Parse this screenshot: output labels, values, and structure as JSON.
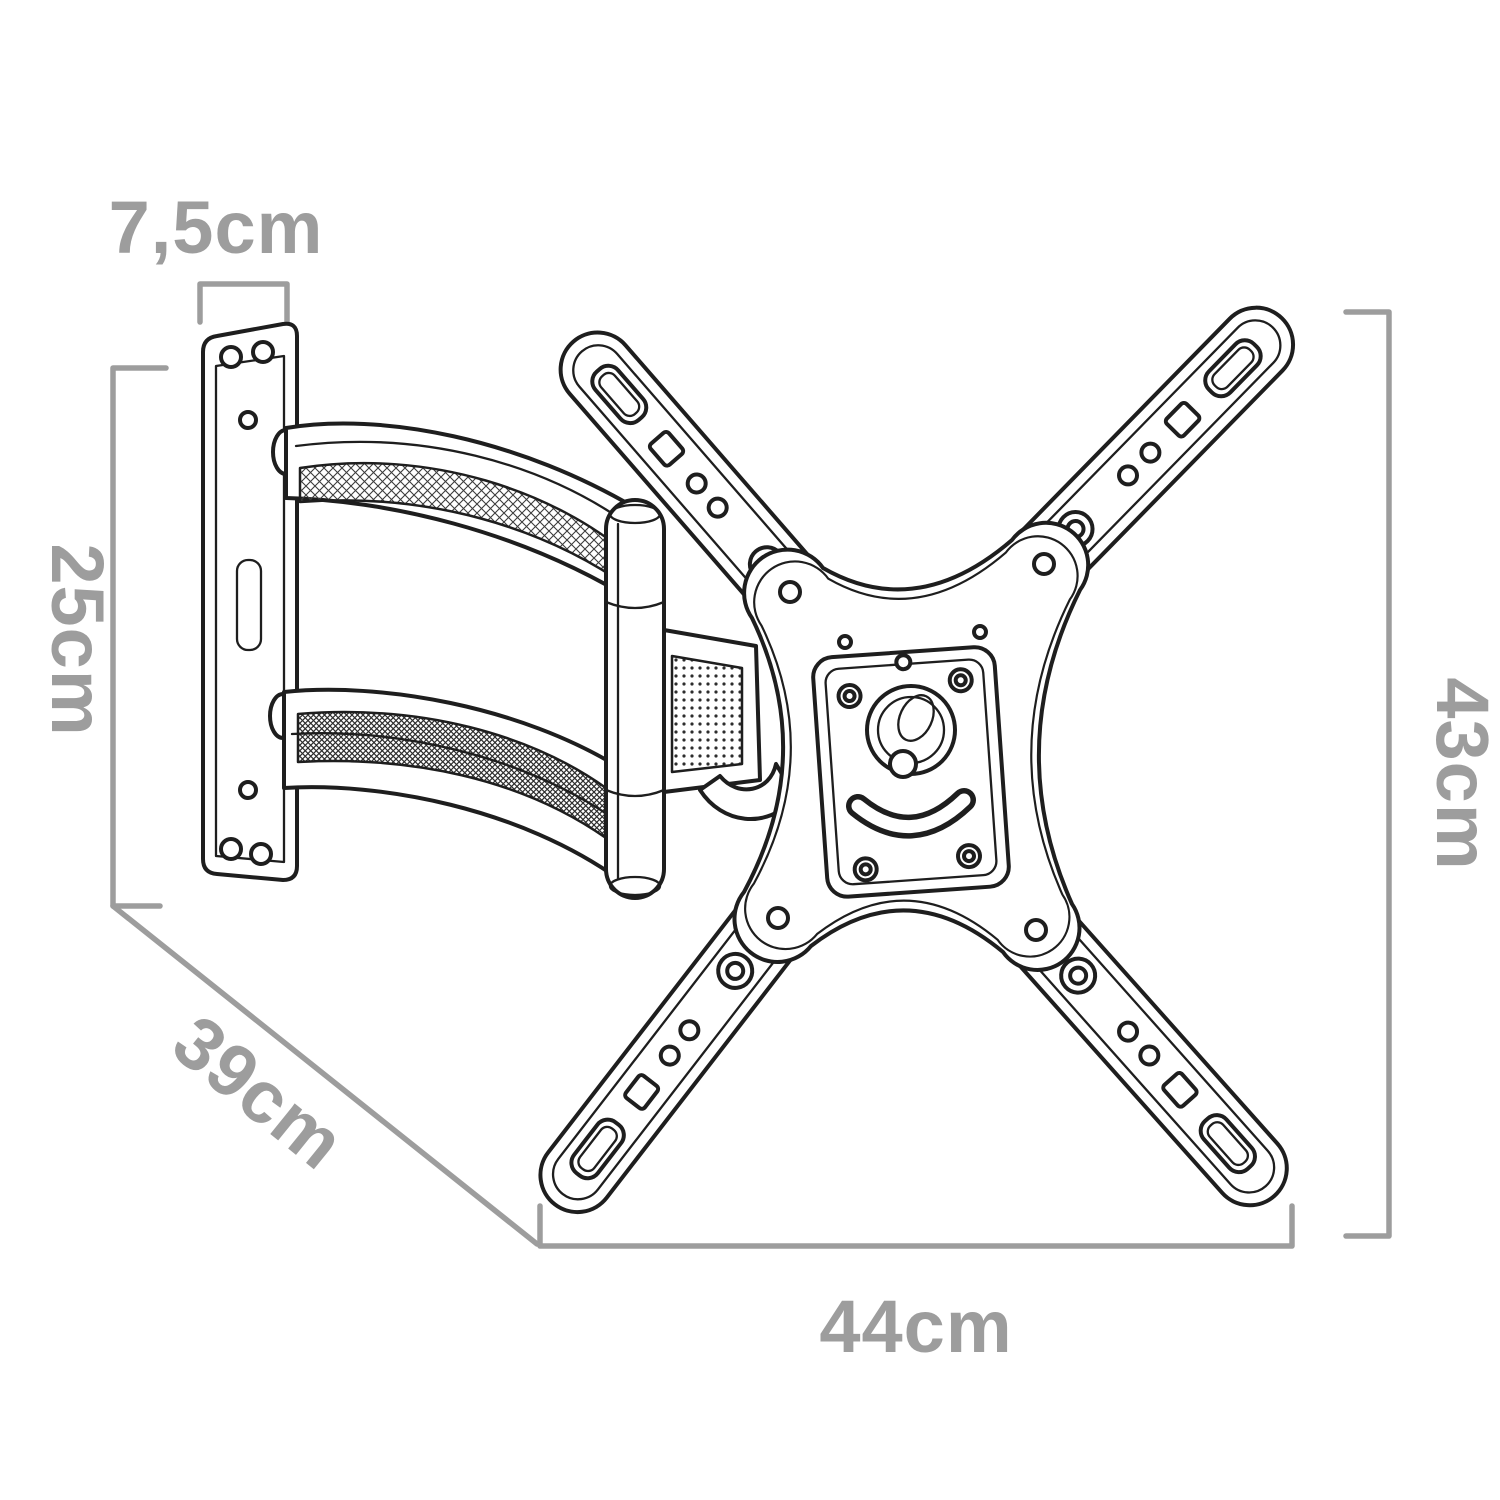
{
  "drawing": {
    "title": "TV wall mount bracket technical line drawing",
    "stroke_color": "#1e1e1e",
    "dimension_color": "#9d9d9d",
    "background_color": "#ffffff"
  },
  "dimensions": {
    "wall_plate_width": {
      "label": "7,5cm"
    },
    "wall_plate_height": {
      "label": "25cm"
    },
    "arm_extension": {
      "label": "39cm"
    },
    "vesa_bracket_height": {
      "label": "43cm"
    },
    "vesa_bracket_width": {
      "label": "44cm"
    }
  }
}
